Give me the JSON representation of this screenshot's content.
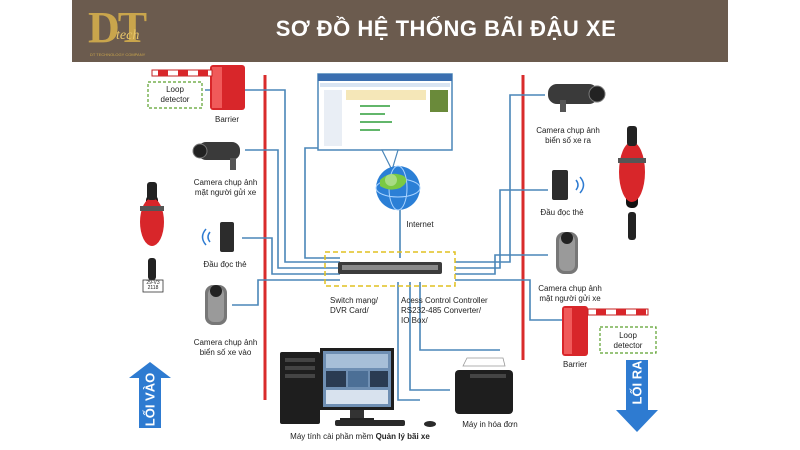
{
  "header": {
    "title": "SƠ ĐỒ HỆ THỐNG BÃI ĐẬU XE",
    "logo_text": "DT",
    "logo_sub": "tech",
    "logo_line": "DT TECHNOLOGY COMPANY"
  },
  "labels": {
    "loop_detector_left": "Loop\ndetector",
    "barrier_left": "Barrier",
    "camera_face_left": "Camera chụp ảnh\nmặt người gửi xe",
    "card_reader_left": "Đầu đọc thẻ",
    "camera_plate_left": "Camera chụp ảnh\nbiển số xe vào",
    "internet": "Internet",
    "switch": "Switch mạng/\nDVR Card/",
    "controller": "Acess Control Controller\nRS232-485 Converter/\nIO Box/",
    "camera_plate_right": "Camera chụp ảnh\nbiển số xe ra",
    "card_reader_right": "Đầu đọc thẻ",
    "camera_face_right": "Camera chụp ảnh\nmặt người gửi xe",
    "loop_detector_right": "Loop\ndetector",
    "barrier_right": "Barrier",
    "pc_prefix": "Máy tính cài phần mềm",
    "pc_bold": "Quản lý bãi xe",
    "printer": "Máy in hóa đơn",
    "entrance": "LỐI VÀO",
    "exit": "LỐI RA",
    "plate_left": "29-V3\n2118"
  },
  "colors": {
    "header_bg": "#6b5b4e",
    "logo_gold": "#c9a54c",
    "red_line": "#d92b2b",
    "blue_wire": "#4a86b8",
    "arrow_blue": "#2e7bd1",
    "barrier_red": "#d8262a",
    "switch_dash": "#e0c020"
  }
}
